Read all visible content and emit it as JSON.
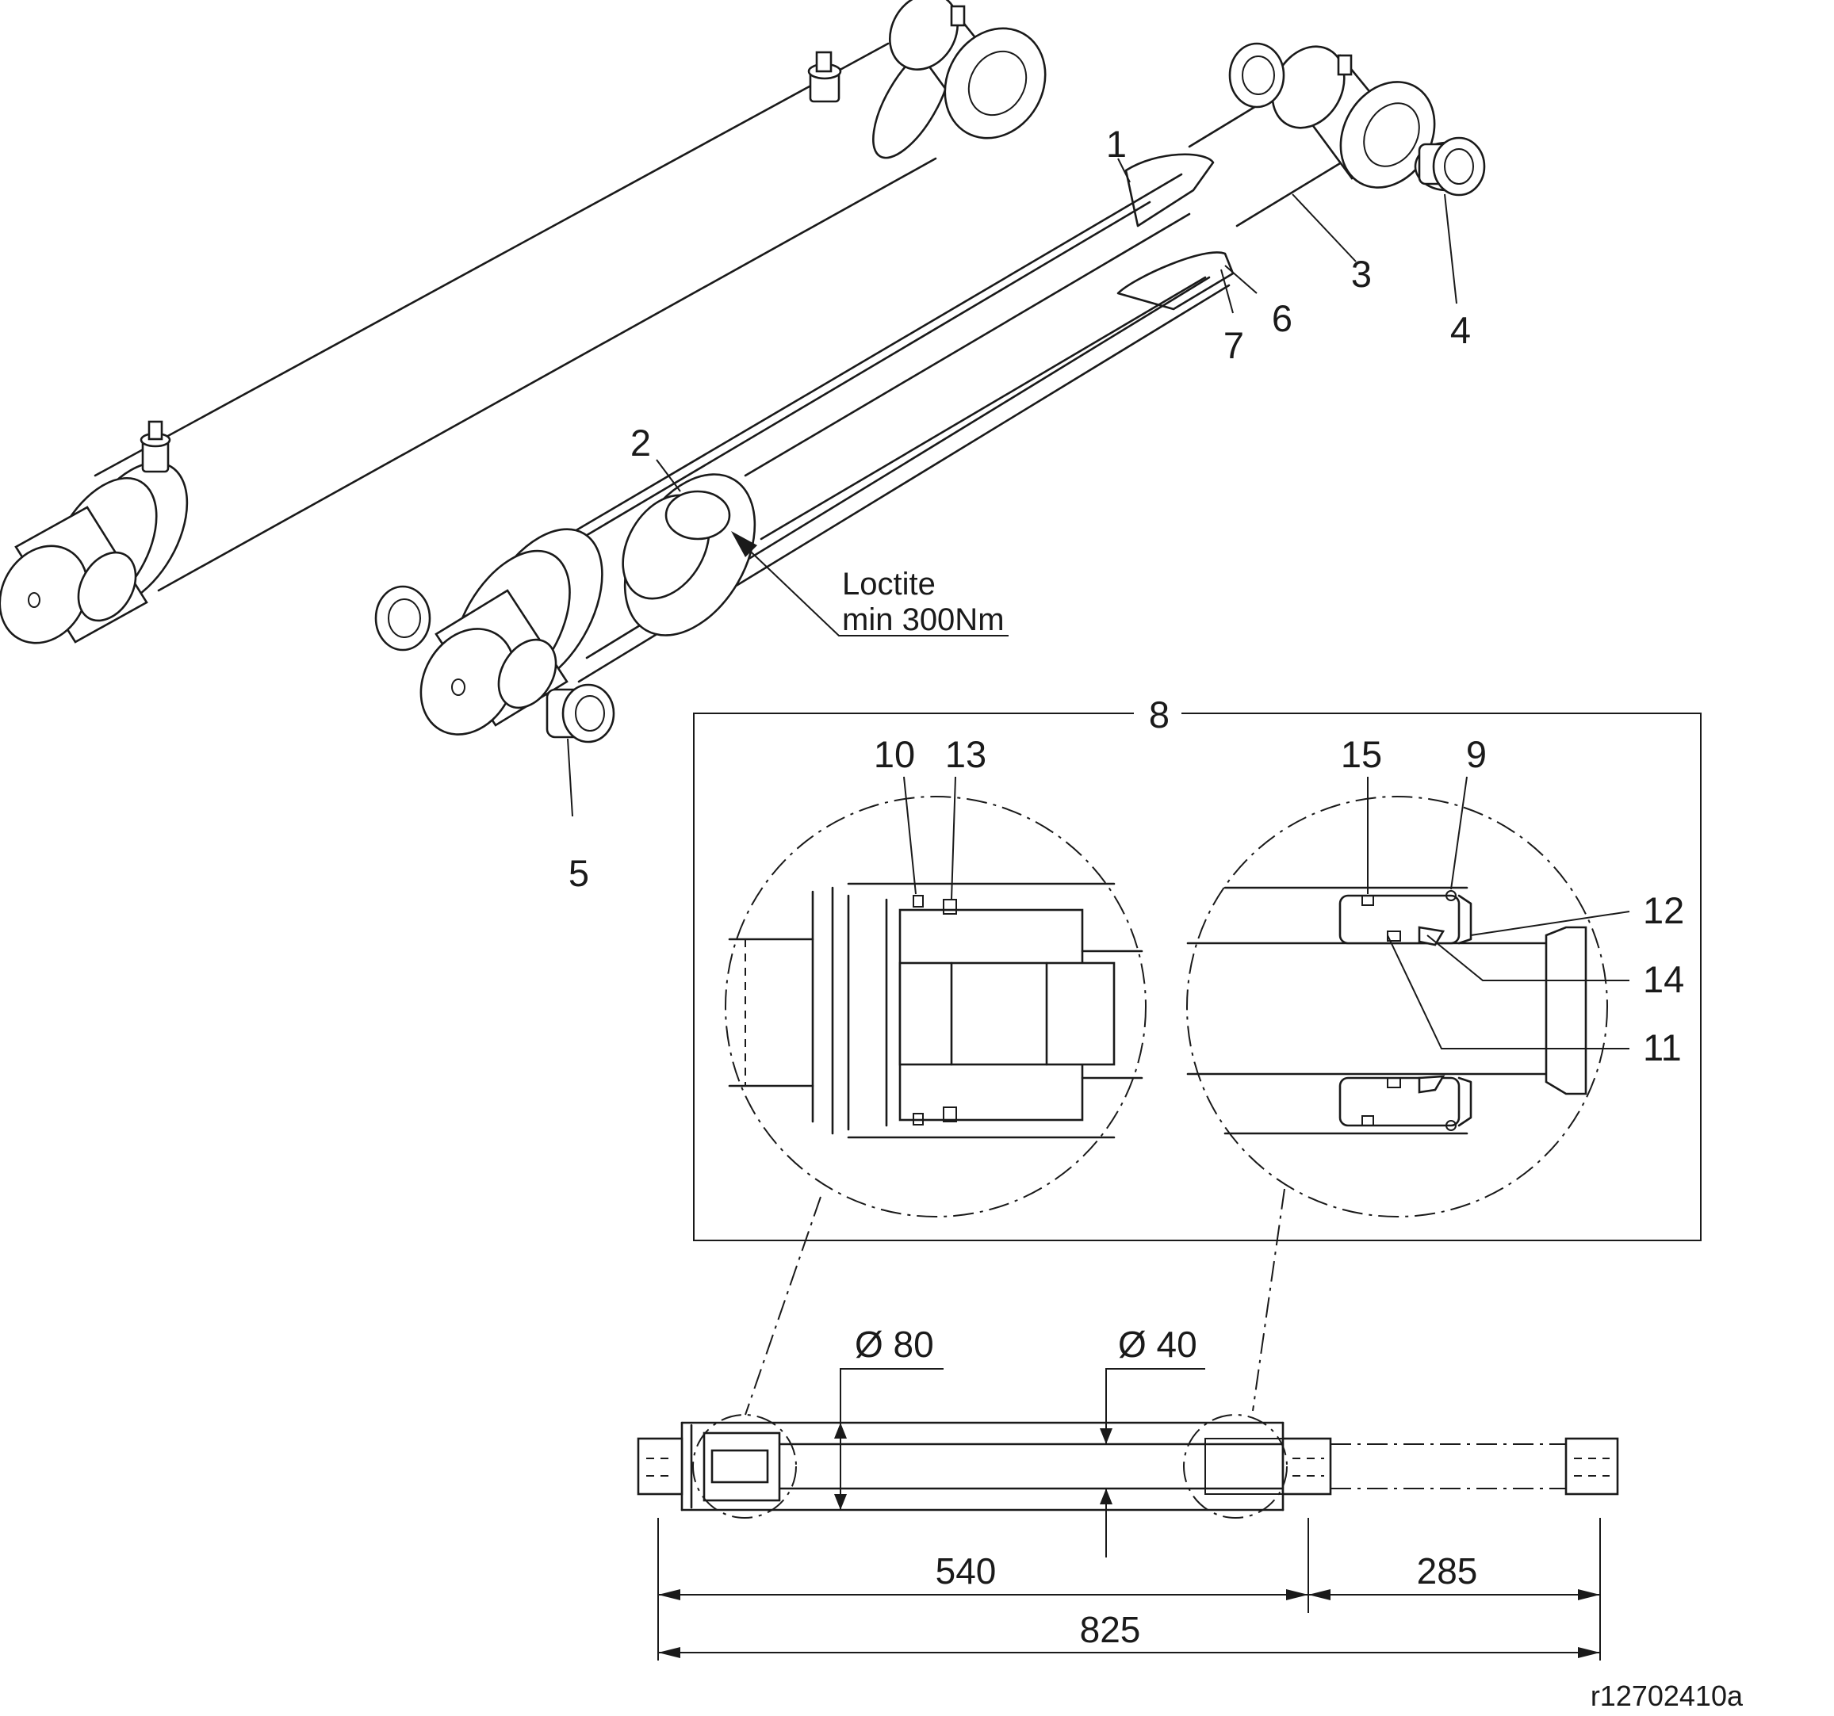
{
  "callouts": {
    "c1": "1",
    "c2": "2",
    "c3": "3",
    "c4": "4",
    "c5": "5",
    "c6": "6",
    "c7": "7",
    "c8": "8",
    "c9": "9",
    "c10": "10",
    "c11": "11",
    "c12": "12",
    "c13": "13",
    "c14": "14",
    "c15": "15"
  },
  "note": {
    "line1": "Loctite",
    "line2": "min 300Nm"
  },
  "dimensions": {
    "bore": "Ø 80",
    "rod": "Ø 40",
    "closed_length": "540",
    "stroke": "285",
    "extended_length": "825"
  },
  "drawing_ref": "r12702410a"
}
